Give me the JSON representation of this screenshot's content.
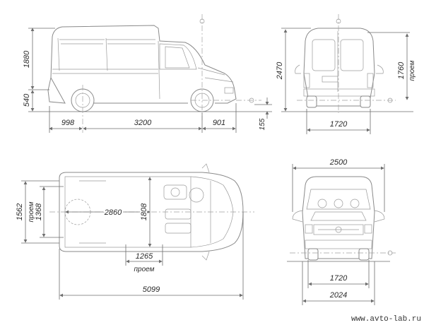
{
  "side_view": {
    "height_total": "1880",
    "height_floor": "540",
    "front_overhang": "998",
    "wheelbase": "3200",
    "rear_overhang": "901",
    "clearance": "155"
  },
  "rear_view": {
    "height_total": "2470",
    "door_height": "1760",
    "door_label": "проем",
    "track": "1720"
  },
  "top_view": {
    "cargo_width": "1562",
    "opening_label": "проем",
    "rear_opening": "1368",
    "cargo_length": "2860",
    "inner_width": "1808",
    "side_opening": "1265",
    "side_opening_label": "проем",
    "overall_length": "5099"
  },
  "front_view": {
    "width_mirrors": "2500",
    "track": "1720",
    "width_body": "2024"
  },
  "watermark": "www.avto-lab.ru"
}
